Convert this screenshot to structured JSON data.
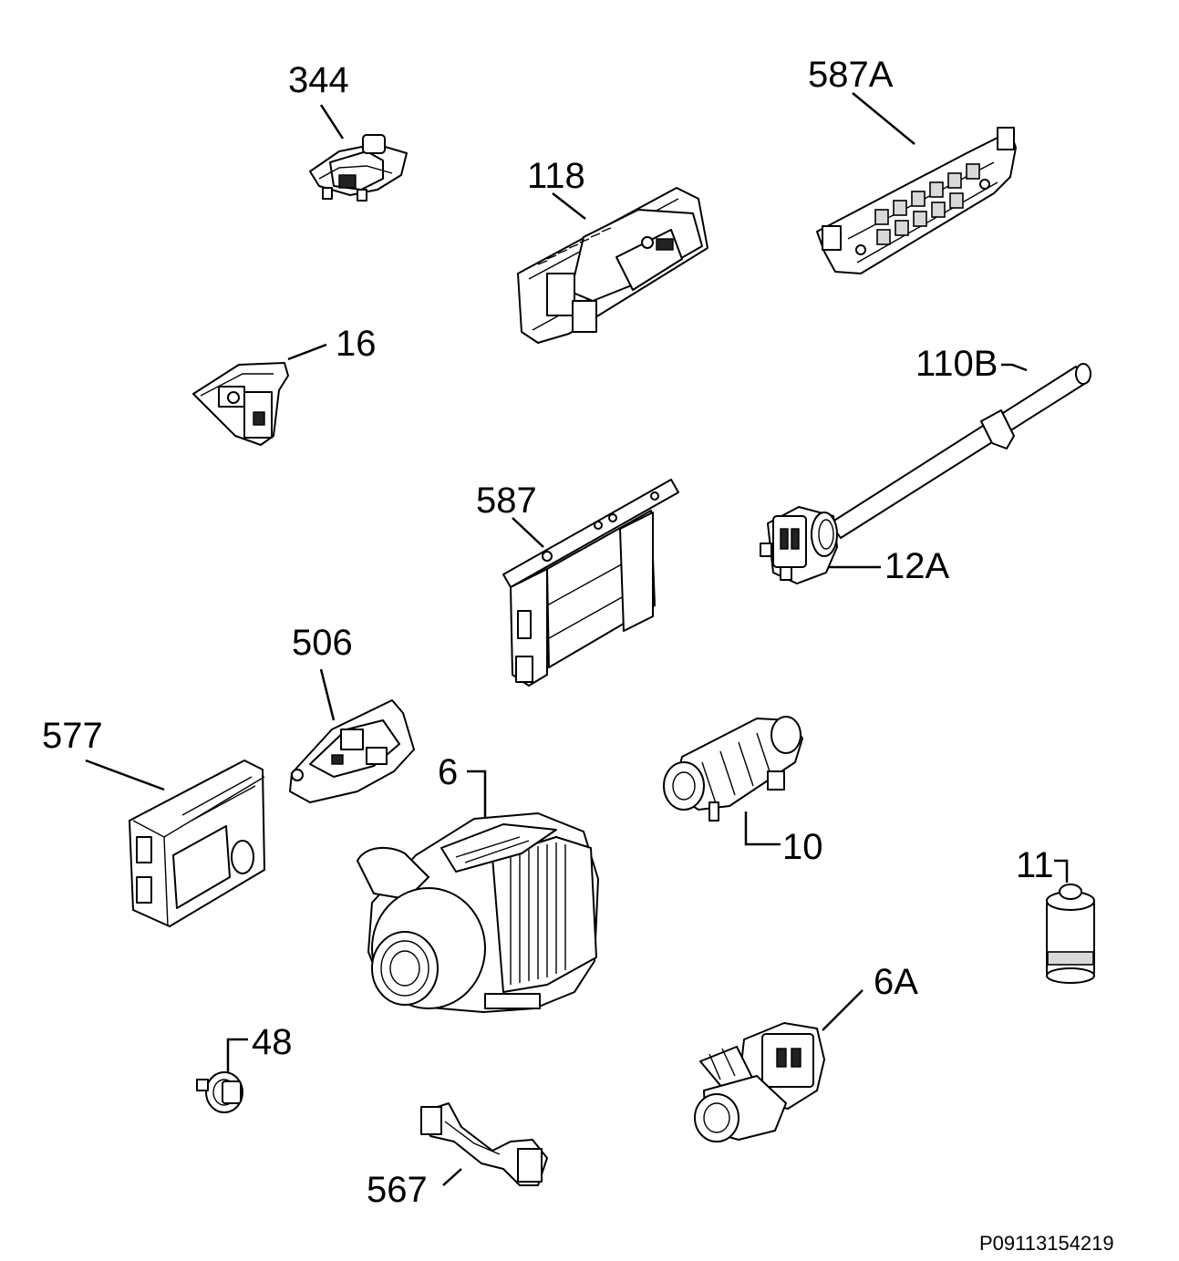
{
  "diagram": {
    "labels": {
      "p344": "344",
      "p587A": "587A",
      "p118": "118",
      "p16": "16",
      "p110B": "110B",
      "p587": "587",
      "p12A": "12A",
      "p506": "506",
      "p577": "577",
      "p6": "6",
      "p10": "10",
      "p11": "11",
      "p6A": "6A",
      "p48": "48",
      "p567": "567"
    },
    "reference_code": "P09113154219"
  }
}
